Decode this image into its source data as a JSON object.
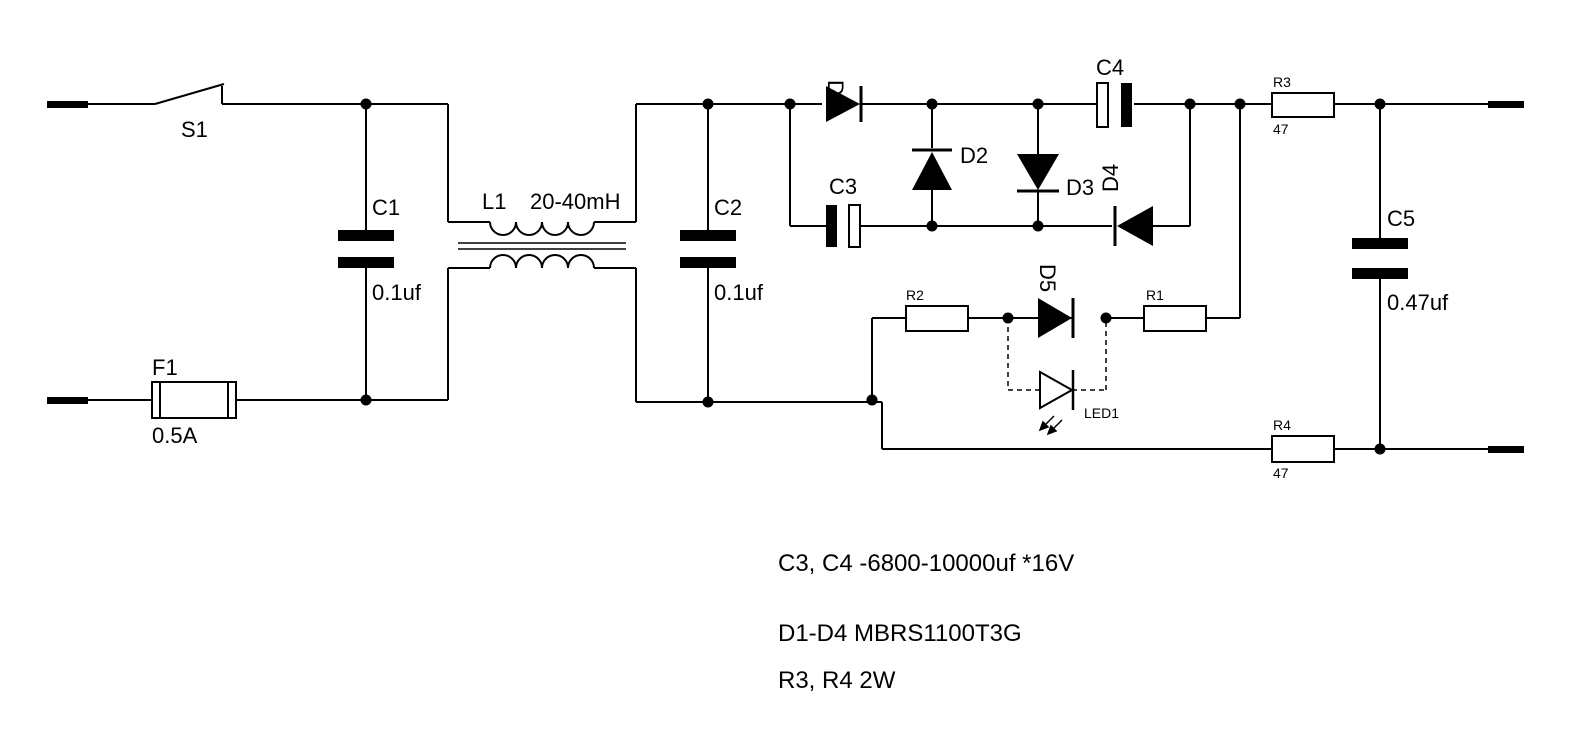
{
  "components": {
    "s1": {
      "ref": "S1"
    },
    "c1": {
      "ref": "C1",
      "value": "0.1uf"
    },
    "c2": {
      "ref": "C2",
      "value": "0.1uf"
    },
    "c3": {
      "ref": "C3"
    },
    "c4": {
      "ref": "C4"
    },
    "c5": {
      "ref": "C5",
      "value": "0.47uf"
    },
    "l1": {
      "ref": "L1",
      "value": "20-40mH"
    },
    "f1": {
      "ref": "F1",
      "value": "0.5A"
    },
    "d1": {
      "ref": "D1"
    },
    "d2": {
      "ref": "D2"
    },
    "d3": {
      "ref": "D3"
    },
    "d4": {
      "ref": "D4"
    },
    "d5": {
      "ref": "D5"
    },
    "led1": {
      "ref": "LED1"
    },
    "r1": {
      "ref": "R1"
    },
    "r2": {
      "ref": "R2"
    },
    "r3": {
      "ref": "R3",
      "value": "47"
    },
    "r4": {
      "ref": "R4",
      "value": "47"
    }
  },
  "notes": [
    "C3, C4 -6800-10000uf *16V",
    "D1-D4 MBRS1100T3G",
    "R3, R4 2W"
  ],
  "colors": {
    "ink": "#000000",
    "background": "#ffffff"
  }
}
